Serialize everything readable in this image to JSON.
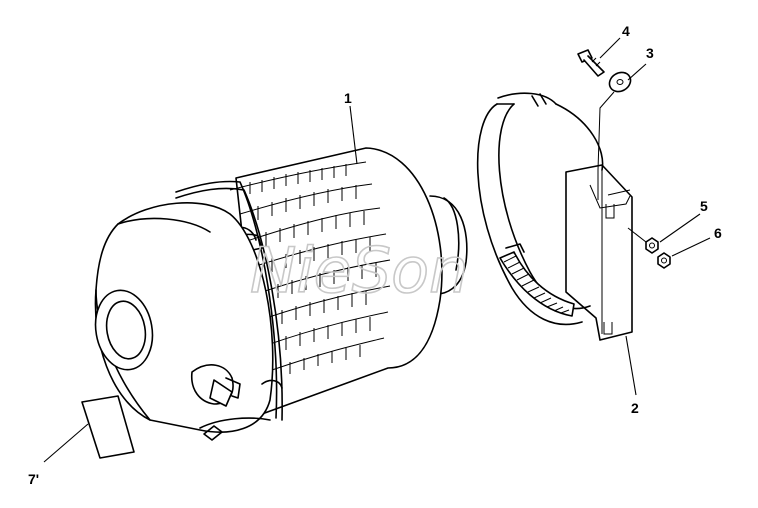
{
  "diagram": {
    "watermark": "NieSon",
    "callouts": [
      {
        "id": "1",
        "label": "1"
      },
      {
        "id": "2",
        "label": "2"
      },
      {
        "id": "3",
        "label": "3"
      },
      {
        "id": "4",
        "label": "4"
      },
      {
        "id": "5",
        "label": "5"
      },
      {
        "id": "6",
        "label": "6"
      },
      {
        "id": "7",
        "label": "7'"
      }
    ],
    "colors": {
      "line": "#000000",
      "background": "#ffffff",
      "watermark": "#c8c8c8"
    }
  }
}
